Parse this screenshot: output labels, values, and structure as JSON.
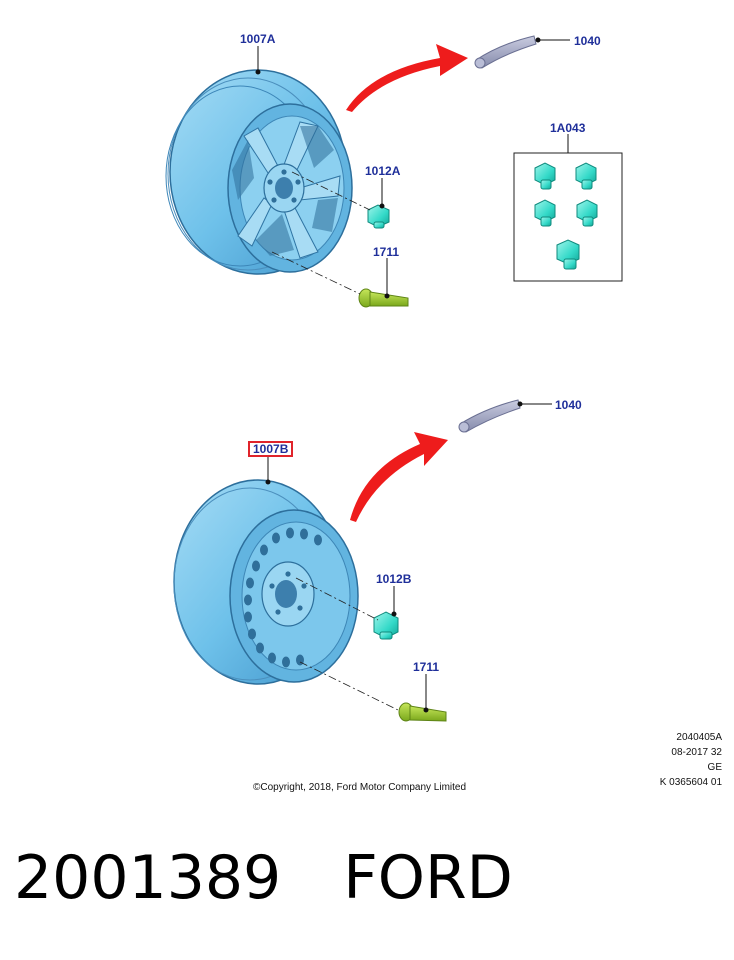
{
  "colors": {
    "callout_text": "#1f2f9a",
    "highlight_border": "#e0242b",
    "wheel_blue": "#6ec1ea",
    "nut_cyan": "#33d9c8",
    "valve_green": "#9bcc2a",
    "weight_grey": "#9a9fbf",
    "arrow_red": "#ee1c1c"
  },
  "callouts": {
    "wheel_alloy": "1007A",
    "weight_top": "1040",
    "nut_set": "1A043",
    "nut_alloy": "1012A",
    "valve_top": "1711",
    "weight_bottom": "1040",
    "wheel_steel": "1007B",
    "nut_steel": "1012B",
    "valve_bottom": "1711"
  },
  "meta": {
    "line1": "2040405A",
    "line2": "08-2017 32",
    "line3": "GE",
    "line4": "K 0365604 01"
  },
  "copyright": "©Copyright, 2018, Ford Motor Company Limited",
  "caption": {
    "part_number": "2001389",
    "brand": "FORD"
  }
}
